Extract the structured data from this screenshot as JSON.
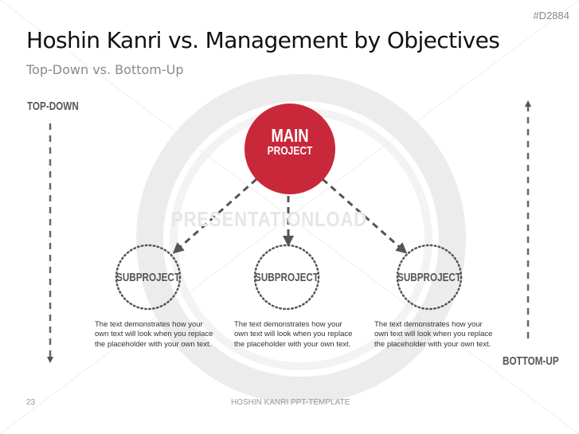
{
  "slide": {
    "code": "#D2884",
    "title": "Hoshin Kanri vs. Management by Objectives",
    "subtitle": "Top-Down vs. Bottom-Up",
    "top_down_label": "TOP-DOWN",
    "bottom_up_label": "BOTTOM-UP",
    "main": {
      "line1": "MAIN",
      "line2": "PROJECT"
    },
    "subprojects": [
      {
        "label": "SUBPROJECT",
        "text": "The text demonstrates how your own text will look when you replace the placeholder with your own text."
      },
      {
        "label": "SUBPROJECT",
        "text": "The text demonstrates how your own text will look when you replace the placeholder with your own text."
      },
      {
        "label": "SUBPROJECT",
        "text": "The text demonstrates how your own text will look when you replace the placeholder with your own text."
      }
    ],
    "watermark": "PRESENTATIONLOAD",
    "page_number": "23",
    "footer": "HOSHIN KANRI PPT-TEMPLATE"
  },
  "colors": {
    "accent": "#c8283a",
    "arrow": "#555555"
  }
}
